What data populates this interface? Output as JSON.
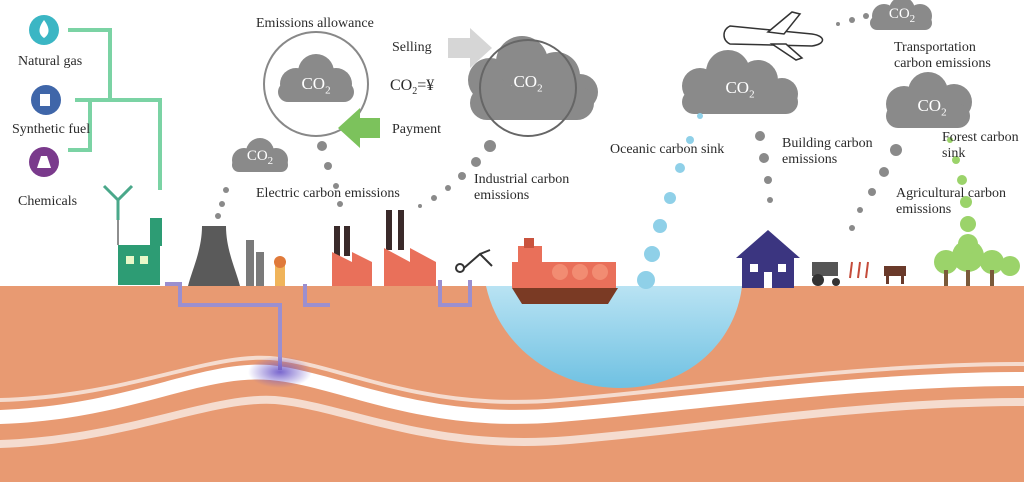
{
  "feedstocks": {
    "natural_gas": "Natural gas",
    "synthetic_fuel": "Synthetic fuel",
    "chemicals": "Chemicals"
  },
  "carbon_market": {
    "emissions_allowance": "Emissions allowance",
    "selling": "Selling",
    "payment": "Payment",
    "price_prefix": "CO",
    "price_sub": "2",
    "price_suffix": "=¥"
  },
  "co2": {
    "main": "CO",
    "sub": "2"
  },
  "labels": {
    "electric": "Electric carbon emissions",
    "industrial_1": "Industrial carbon",
    "industrial_2": "emissions",
    "oceanic": "Oceanic carbon sink",
    "building_1": "Building carbon",
    "building_2": "emissions",
    "transport_1": "Transportation",
    "transport_2": "carbon emissions",
    "forest_1": "Forest carbon",
    "forest_2": "sink",
    "agri_1": "Agricultural carbon",
    "agri_2": "emissions"
  },
  "colors": {
    "ground": "#e89a72",
    "cloud": "#8a8a8a",
    "pipe_green": "#7bd3a4",
    "pipe_purple": "#9b8fcf",
    "water": "#8fd0e8",
    "factory_red": "#e9705a",
    "arrow_green": "#7cc25c",
    "arrow_grey": "#d6d6d6"
  }
}
